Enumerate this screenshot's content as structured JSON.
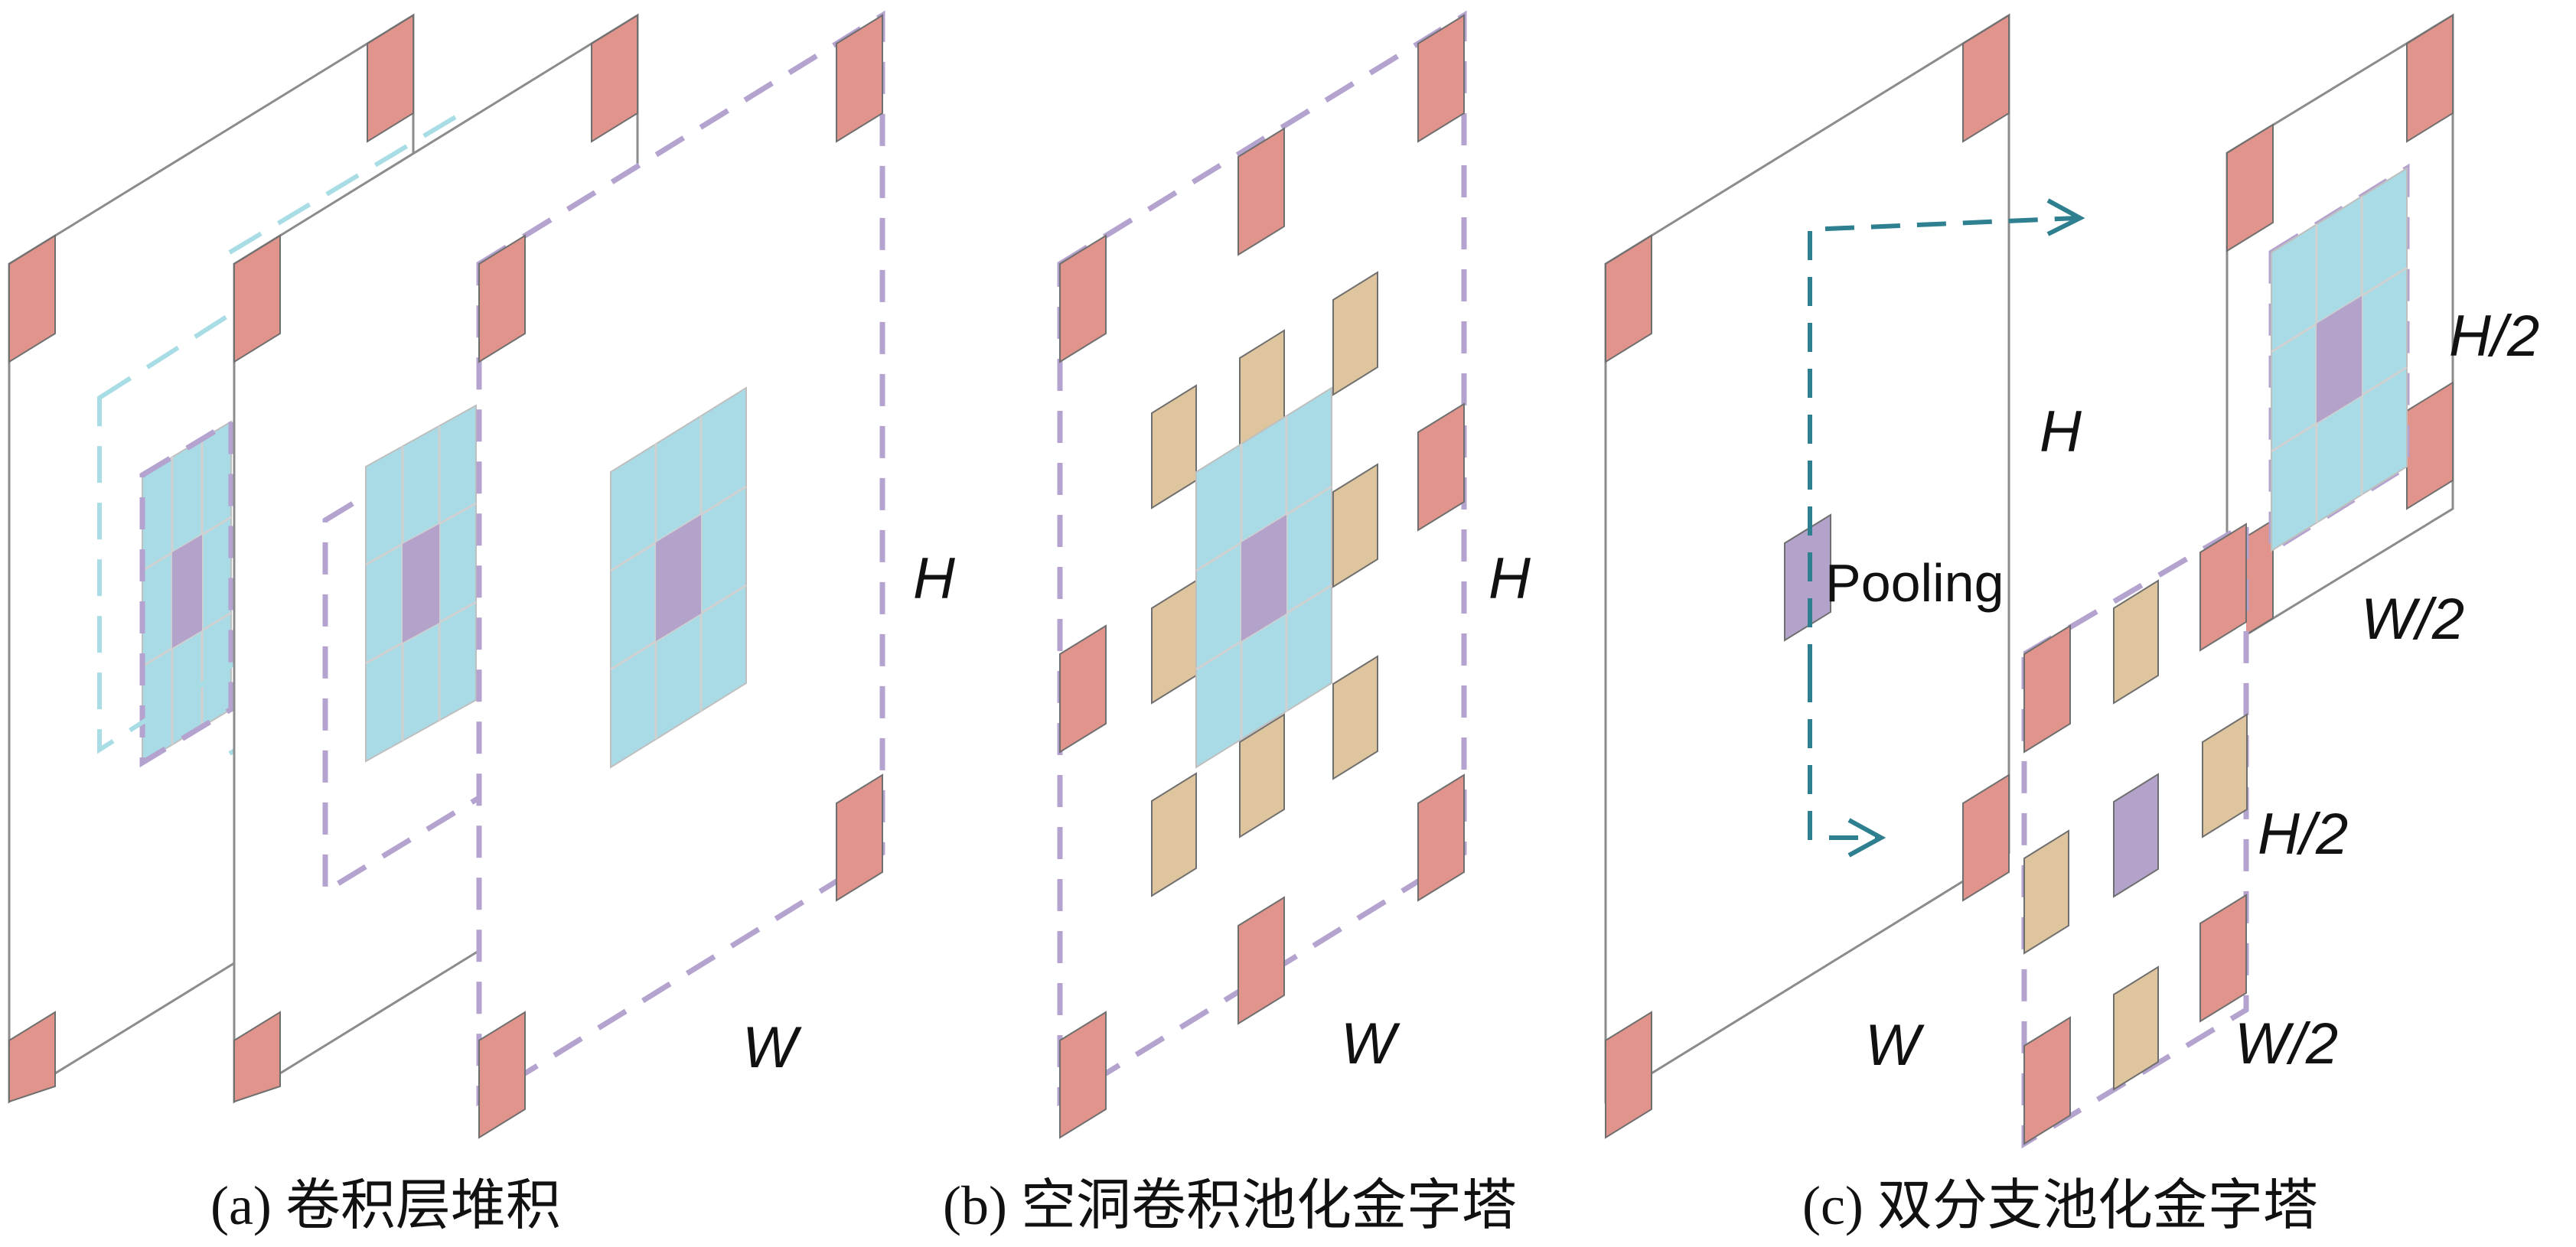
{
  "labels": {
    "a_H": "H",
    "a_W": "W",
    "b_H": "H",
    "b_W": "W",
    "c_H": "H",
    "c_W": "W",
    "c_pooling": "Pooling",
    "c_top_H": "H/2",
    "c_top_W": "W/2",
    "c_bottom_H": "H/2",
    "c_bottom_W": "W/2"
  },
  "captions": {
    "a": "(a) 卷积层堆积",
    "b": "(b) 空洞卷积池化金字塔",
    "c": "(c) 双分支池化金字塔"
  },
  "colors": {
    "corner_patch": "#e0948c",
    "kernel_cell": "#a9dbe6",
    "center_cell": "#b3a3cb",
    "dilated_sample": "#dfc59d",
    "dashed_frame": "#b4a2cf",
    "arrow": "#2e7f8f"
  }
}
